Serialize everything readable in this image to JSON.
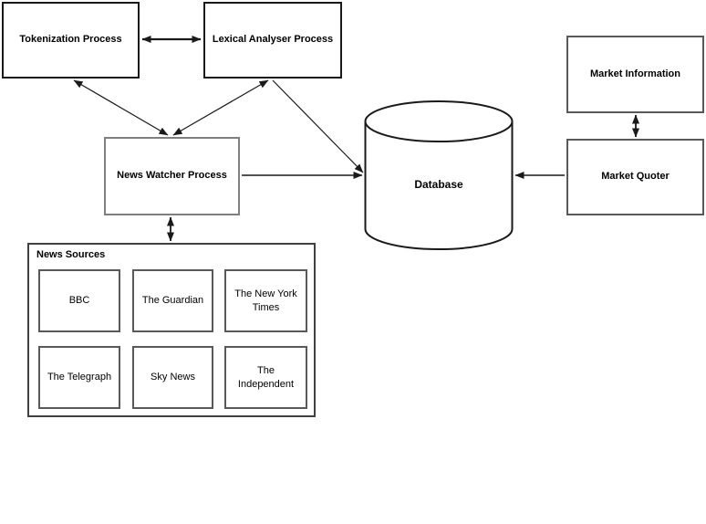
{
  "diagram": {
    "nodes": {
      "tokenization": {
        "label": "Tokenization Process"
      },
      "lexical": {
        "label": "Lexical Analyser Process"
      },
      "news_watcher": {
        "label": "News Watcher Process"
      },
      "database": {
        "label": "Database"
      },
      "market_information": {
        "label": "Market Information"
      },
      "market_quoter": {
        "label": "Market Quoter"
      }
    },
    "news_sources": {
      "title": "News Sources",
      "items": [
        {
          "label": "BBC"
        },
        {
          "label": "The Guardian"
        },
        {
          "label": "The New York Times"
        },
        {
          "label": "The Telegraph"
        },
        {
          "label": "Sky News"
        },
        {
          "label": "The Independent"
        }
      ]
    },
    "connections": [
      {
        "from": "tokenization",
        "to": "lexical",
        "bidirectional": true
      },
      {
        "from": "tokenization",
        "to": "news_watcher",
        "bidirectional": true
      },
      {
        "from": "lexical",
        "to": "news_watcher",
        "bidirectional": true
      },
      {
        "from": "lexical",
        "to": "database",
        "bidirectional": false
      },
      {
        "from": "news_watcher",
        "to": "database",
        "bidirectional": false
      },
      {
        "from": "news_watcher",
        "to": "news_sources",
        "bidirectional": true
      },
      {
        "from": "market_quoter",
        "to": "database",
        "bidirectional": false
      },
      {
        "from": "market_information",
        "to": "market_quoter",
        "bidirectional": true
      }
    ],
    "colors": {
      "line": "#1a1a1a",
      "box_border_dark": "#1a1a1a",
      "box_border_gray": "#7f7f7f",
      "background": "#ffffff"
    }
  }
}
